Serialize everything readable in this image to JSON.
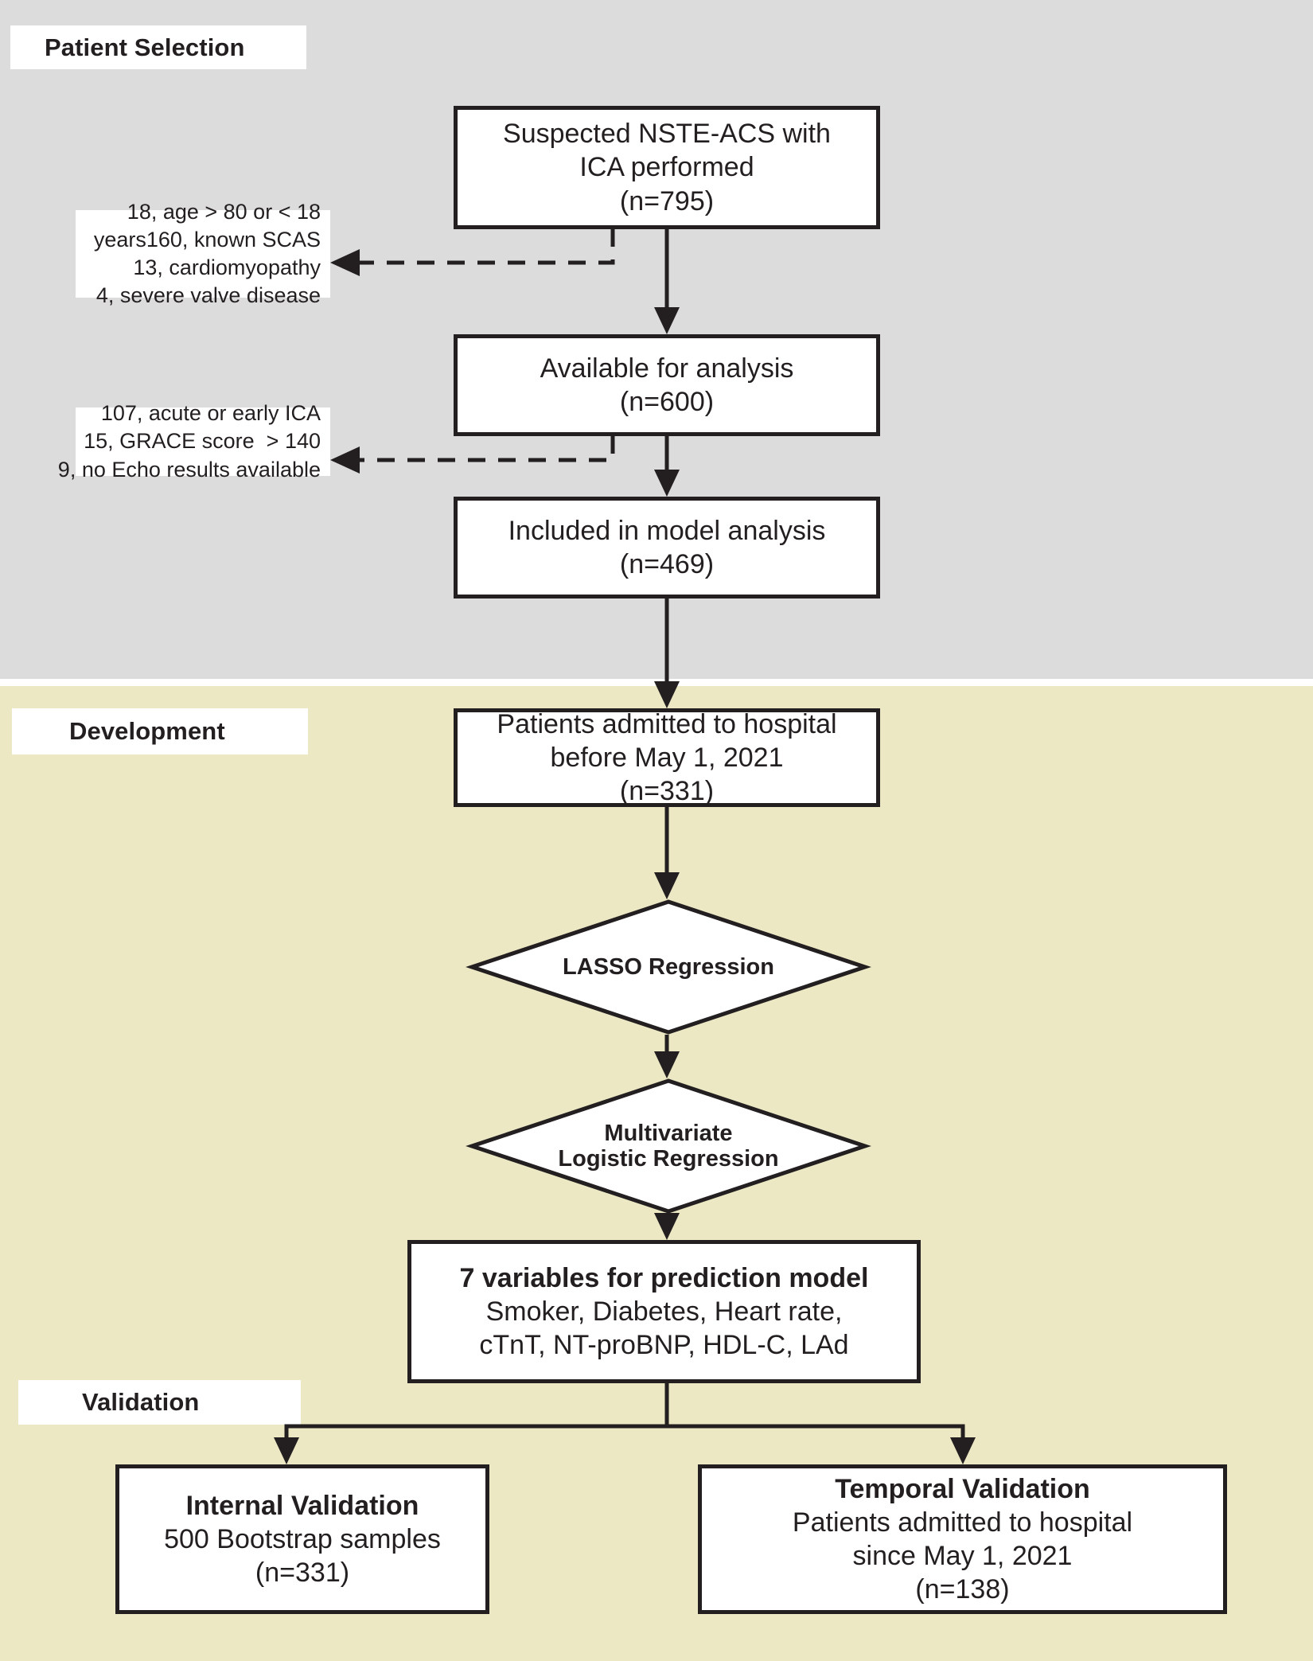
{
  "figure": {
    "title": "Patient selection, model development and validation flowchart",
    "colors": {
      "selection_band": "#dcdcdc",
      "development_band": "#ece8c4",
      "stroke": "#231f20",
      "node_fill": "#ffffff"
    }
  },
  "sections": {
    "selection_label": "Patient Selection",
    "development_label": "Development",
    "validation_label": "Validation"
  },
  "nodes": {
    "suspected": {
      "l1": "Suspected NSTE-ACS with",
      "l2": "ICA performed",
      "l3": "(n=795)",
      "n": 795
    },
    "exclusion_1": {
      "l1": "18, age > 80 or < 18",
      "l2": "years160, known SCAS",
      "l3": "13, cardiomyopathy",
      "l4": "4, severe valve disease"
    },
    "available": {
      "l1": "Available for analysis",
      "l2": "(n=600)",
      "n": 600
    },
    "exclusion_2": {
      "l1": "107, acute or early ICA",
      "l2": "15, GRACE score  > 140",
      "l3": "9, no Echo results available"
    },
    "included": {
      "l1": "Included in model analysis",
      "l2": "(n=469)",
      "n": 469
    },
    "admitted_before": {
      "l1": "Patients admitted to hospital",
      "l2": "before May 1, 2021",
      "l3": "(n=331)",
      "n": 331
    },
    "lasso": {
      "l1": "LASSO Regression"
    },
    "multivariate": {
      "l1": "Multivariate",
      "l2": "Logistic Regression"
    },
    "seven_variables": {
      "l1": "7 variables for prediction model",
      "l2": "Smoker, Diabetes, Heart rate,",
      "l3": "cTnT, NT-proBNP, HDL-C, LAd",
      "count": 7,
      "variables": [
        "Smoker",
        "Diabetes",
        "Heart rate",
        "cTnT",
        "NT-proBNP",
        "HDL-C",
        "LAd"
      ]
    },
    "internal_validation": {
      "l1": "Internal Validation",
      "l2": "500 Bootstrap samples",
      "l3": "(n=331)",
      "n": 331,
      "bootstrap_samples": 500
    },
    "temporal_validation": {
      "l1": "Temporal Validation",
      "l2": "Patients admitted to hospital",
      "l3": "since May 1, 2021",
      "l4": "(n=138)",
      "n": 138
    }
  }
}
